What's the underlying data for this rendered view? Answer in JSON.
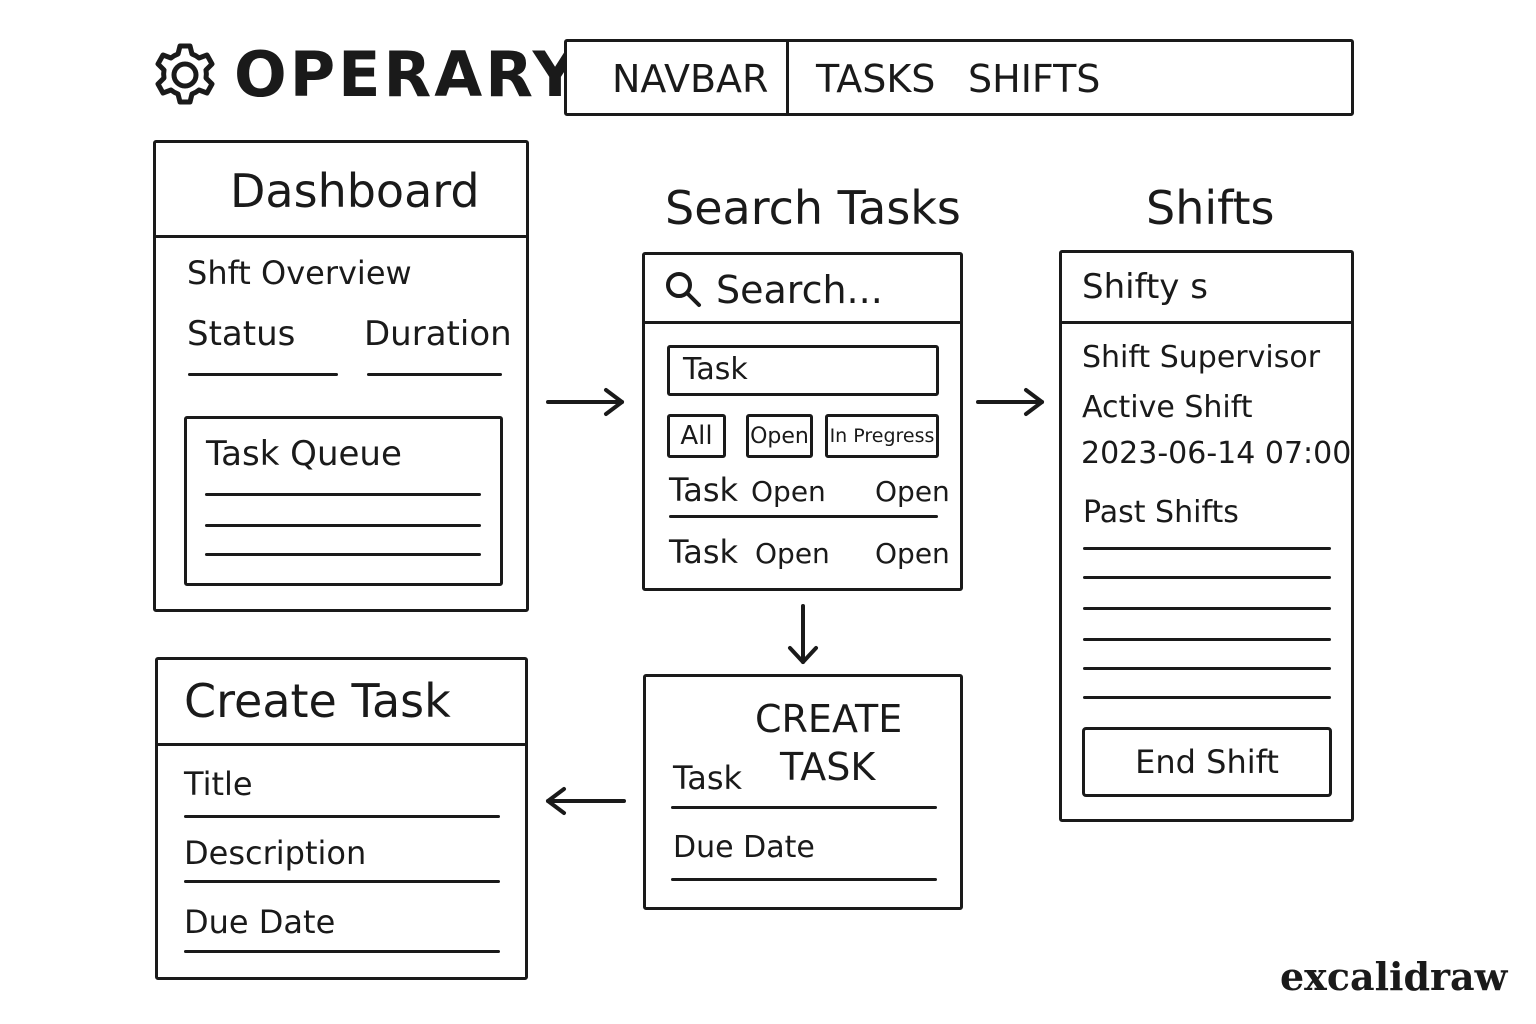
{
  "logo": {
    "text": "OPERARY",
    "icon": "gear-icon"
  },
  "navbar": {
    "label": "NAVBAR",
    "items": [
      "TASKS",
      "SHIFTS"
    ]
  },
  "dashboard": {
    "title": "Dashboard",
    "overview": "Shft Overview",
    "status_label": "Status",
    "duration_label": "Duration",
    "queue_title": "Task Queue"
  },
  "search": {
    "heading": "Search Tasks",
    "placeholder": "Search...",
    "search_icon": "search-icon",
    "task_field": "Task",
    "filters": [
      "All",
      "Open",
      "In Pregress"
    ],
    "rows": [
      {
        "name": "Task",
        "status": "Open",
        "state": "Open"
      },
      {
        "name": "Task",
        "status": "Open",
        "state": "Open"
      }
    ]
  },
  "shifts": {
    "heading": "Shifts",
    "panel_title": "Shifty s",
    "supervisor": "Shift Supervisor",
    "active": "Active Shift",
    "datetime": "2023-06-14 07:00",
    "past": "Past Shifts",
    "end_button": "End Shift"
  },
  "create_small": {
    "title_line1": "CREATE",
    "title_line2": "TASK",
    "task_label": "Task",
    "due_label": "Due Date"
  },
  "create_form": {
    "title": "Create Task",
    "fields": [
      "Title",
      "Description",
      "Due Date"
    ]
  },
  "brand": "excalidraw"
}
